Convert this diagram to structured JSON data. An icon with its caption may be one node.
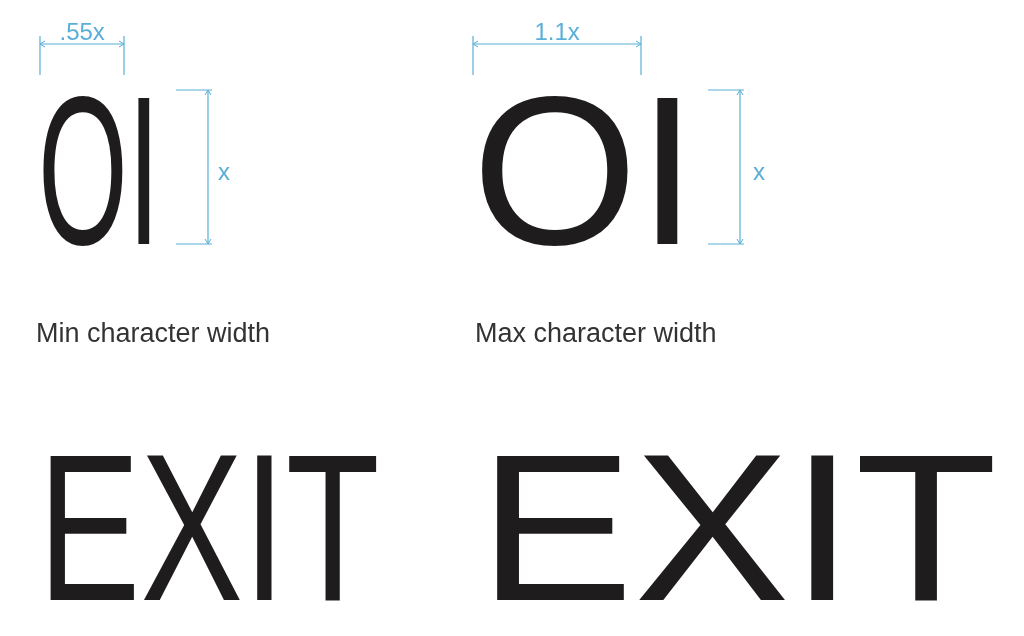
{
  "diagram": {
    "labels": [
      ".55x",
      "1.1x",
      "OI",
      "x",
      "OI",
      "x",
      "Min character width",
      "Max character width",
      "EXIT",
      "EXIT"
    ]
  }
}
